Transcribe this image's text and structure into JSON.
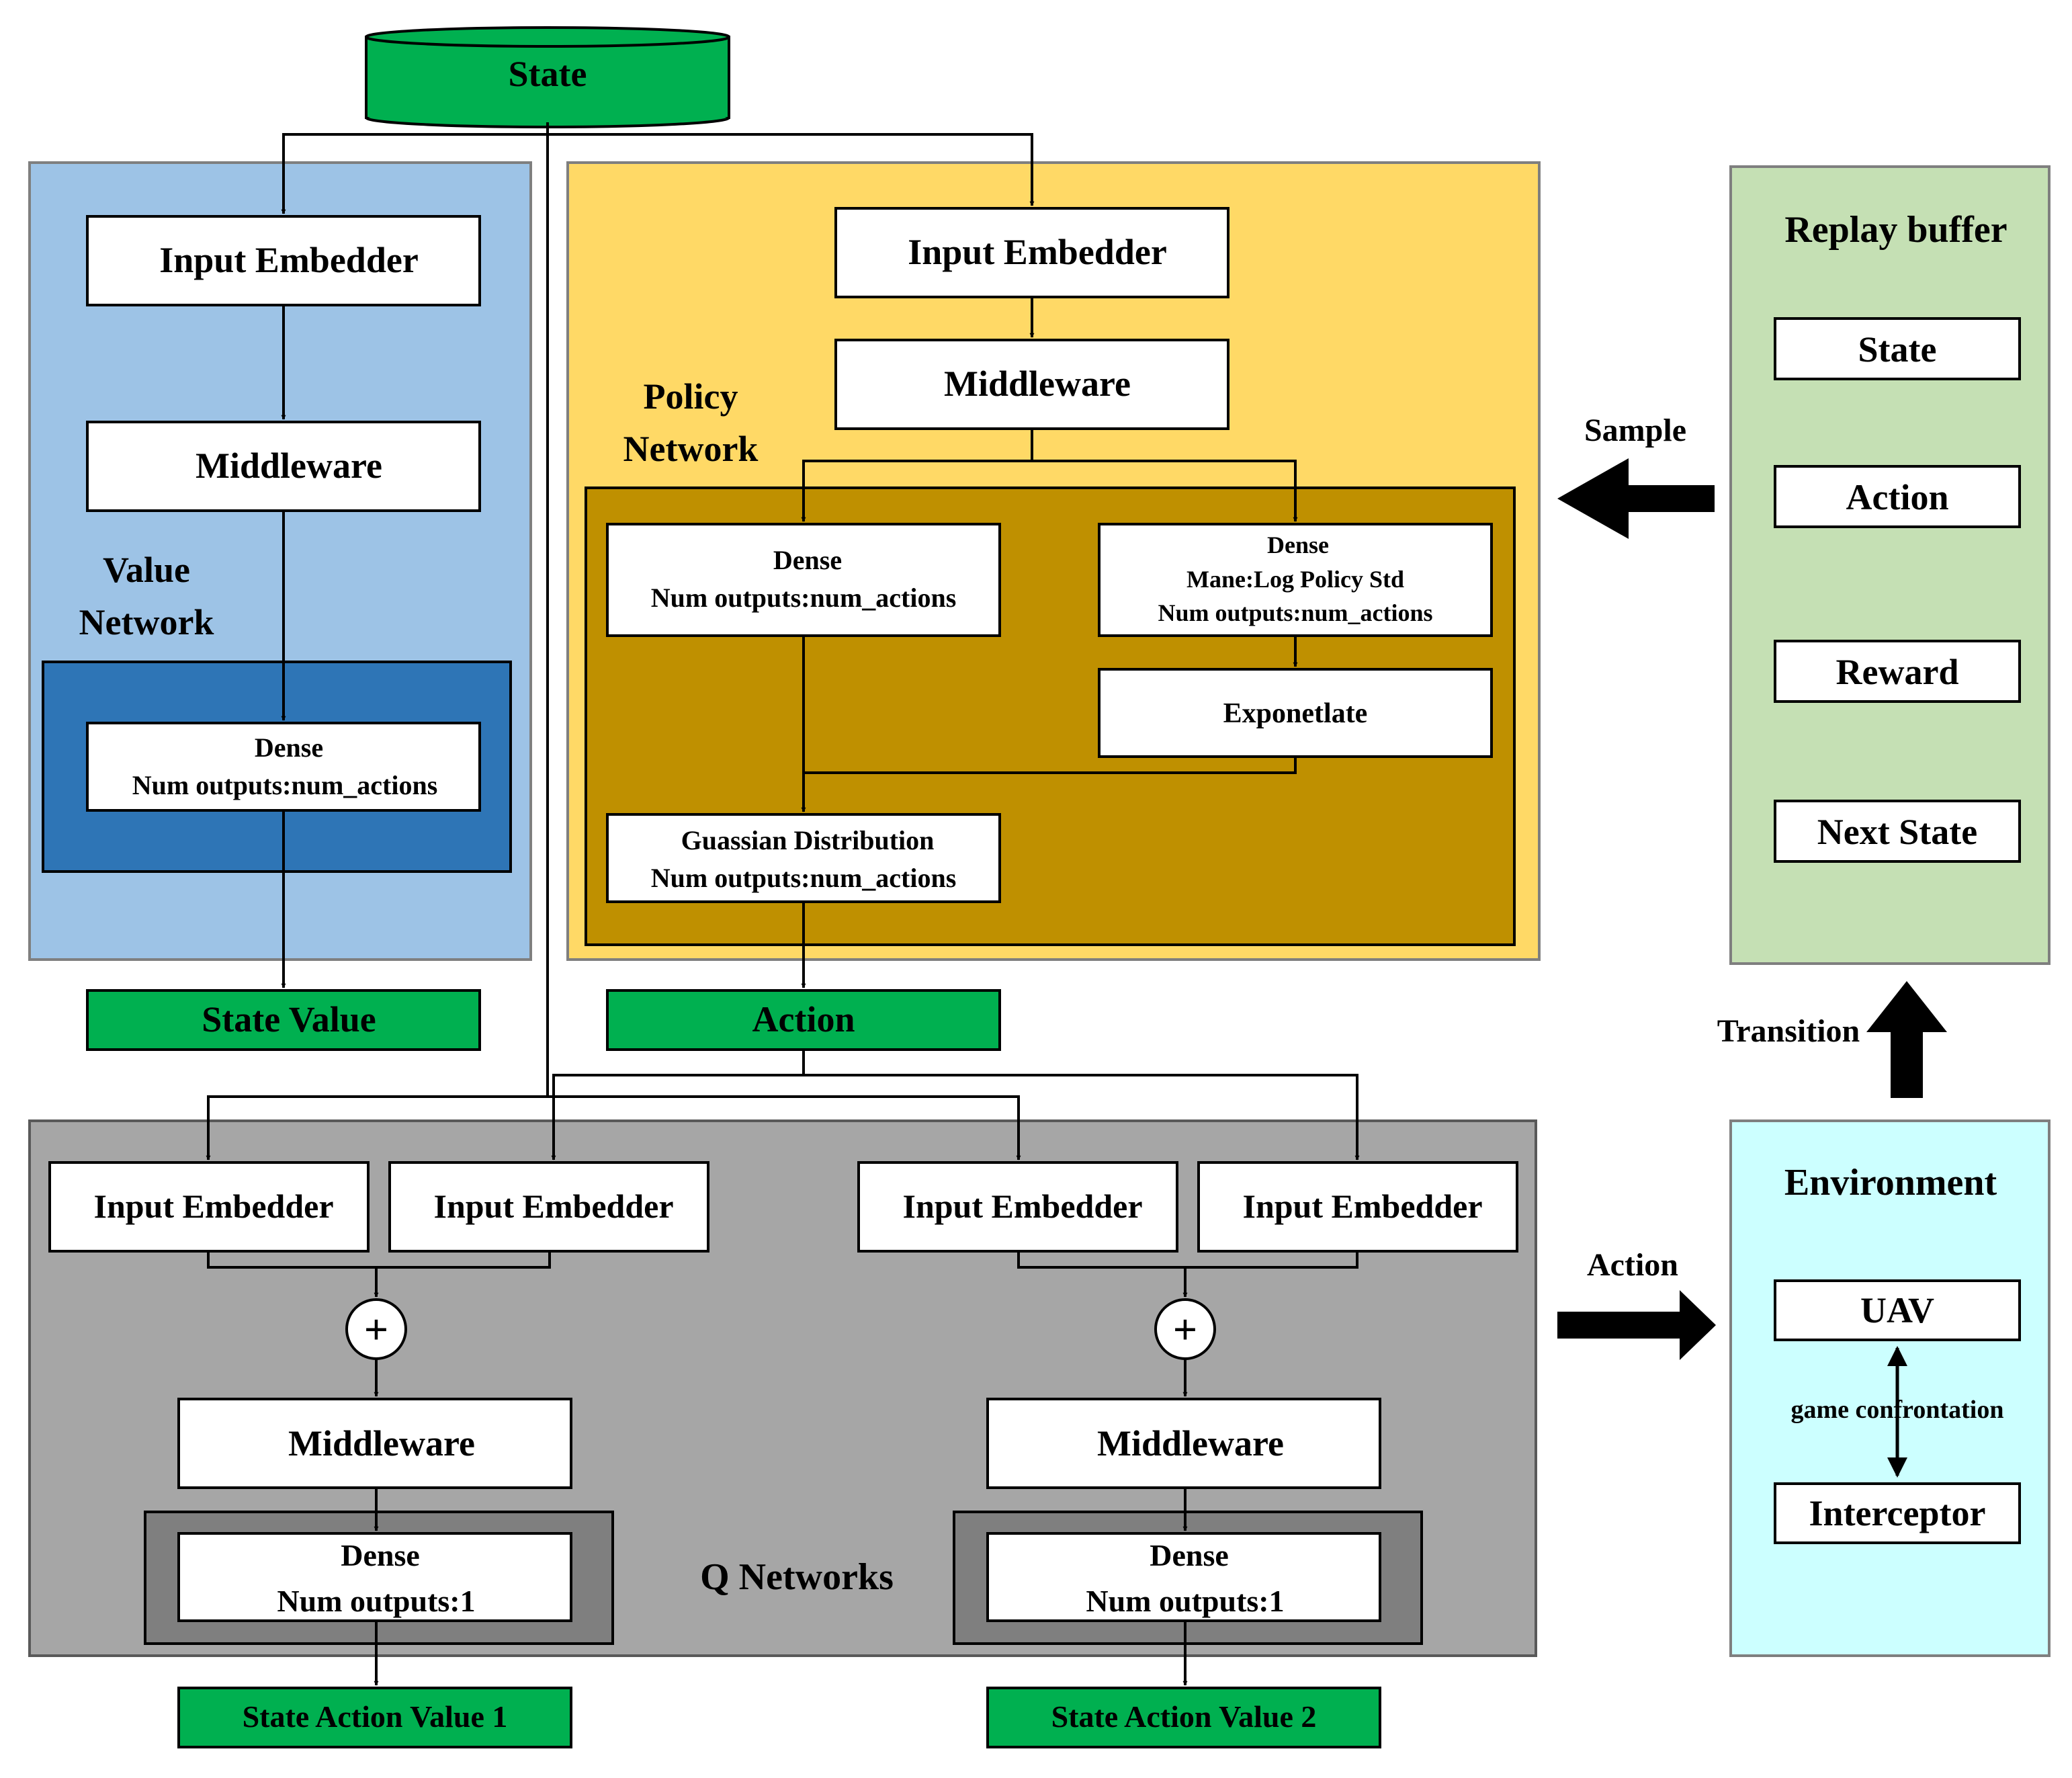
{
  "state_top": "State",
  "value_network": {
    "title_line1": "Value",
    "title_line2": "Network",
    "input_embedder": "Input Embedder",
    "middleware": "Middleware",
    "dense_line1": "Dense",
    "dense_line2": "Num outputs:num_actions",
    "output": "State Value"
  },
  "policy_network": {
    "title_line1": "Policy",
    "title_line2": "Network",
    "input_embedder": "Input Embedder",
    "middleware": "Middleware",
    "dense_mean_line1": "Dense",
    "dense_mean_line2": "Num outputs:num_actions",
    "dense_std_line1": "Dense",
    "dense_std_line2": "Mane:Log Policy Std",
    "dense_std_line3": "Num outputs:num_actions",
    "exponentiate": "Exponetlate",
    "gaussian_line1": "Guassian Distribution",
    "gaussian_line2": "Num outputs:num_actions",
    "output": "Action"
  },
  "q_networks": {
    "title": "Q Networks",
    "q1": {
      "input_embedder_a": "Input Embedder",
      "input_embedder_b": "Input Embedder",
      "plus": "+",
      "middleware": "Middleware",
      "dense_line1": "Dense",
      "dense_line2": "Num outputs:1",
      "output": "State Action Value 1"
    },
    "q2": {
      "input_embedder_a": "Input Embedder",
      "input_embedder_b": "Input Embedder",
      "plus": "+",
      "middleware": "Middleware",
      "dense_line1": "Dense",
      "dense_line2": "Num outputs:1",
      "output": "State Action Value 2"
    }
  },
  "replay_buffer": {
    "title": "Replay buffer",
    "items": [
      "State",
      "Action",
      "Reward",
      "Next State"
    ]
  },
  "environment": {
    "title": "Environment",
    "uav": "UAV",
    "interaction": "game confrontation",
    "interceptor": "Interceptor"
  },
  "arrows": {
    "sample": "Sample",
    "transition": "Transition",
    "action": "Action"
  },
  "colors": {
    "value_bg": "#9DC3E6",
    "value_inner": "#2E75B6",
    "policy_bg": "#FFD966",
    "policy_inner": "#BF9000",
    "q_bg": "#A6A6A6",
    "q_inner": "#7F7F7F",
    "replay_bg": "#C5E0B4",
    "env_bg": "#CCFFFF",
    "output_green": "#00B050"
  }
}
